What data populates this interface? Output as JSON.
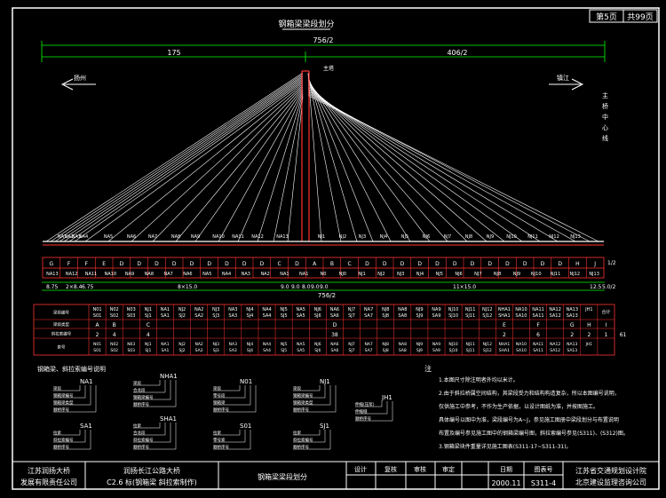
{
  "page": {
    "number": "第5页",
    "total": "共99页"
  },
  "title": "钢箱梁梁段划分",
  "dims": {
    "top_total": "756/2",
    "left_span": "175",
    "right_span": "406/2",
    "bottom_total": "756/2",
    "left_segments": [
      "8.75",
      "2×8.4",
      "6.75",
      "8×15.0",
      "9.0",
      "9.0",
      "8.0",
      "9.0"
    ],
    "right_segments": [
      "9.0",
      "11×15.0",
      "12.5",
      "5.0/2"
    ]
  },
  "arrows": {
    "left": "扬州",
    "right": "镇江"
  },
  "tower_label": "主塔",
  "side_note": "主桥中心线",
  "nodes_left": [
    "NA13",
    "NA12",
    "NA11",
    "NA10",
    "NA9",
    "NA8",
    "NA7",
    "NA6",
    "NA5",
    "NA4",
    "NA3",
    "NA2",
    "NA1"
  ],
  "nodes_right": [
    "NJ1",
    "NJ2",
    "NJ3",
    "NJ4",
    "NJ5",
    "NJ6",
    "NJ7",
    "NJ8",
    "NJ9",
    "NJ10",
    "NJ11",
    "NJ12",
    "NJ13"
  ],
  "seg_letters": [
    "G",
    "F",
    "F",
    "E",
    "D",
    "D",
    "D",
    "D",
    "D",
    "D",
    "D",
    "D",
    "D",
    "C",
    "D",
    "A",
    "B",
    "C",
    "D",
    "D",
    "D",
    "D",
    "D",
    "D",
    "D",
    "D",
    "D",
    "D",
    "D",
    "D",
    "H",
    "J"
  ],
  "seg_names": [
    "NA13",
    "NA12",
    "NA11",
    "NA10",
    "NA9",
    "NA8",
    "NA7",
    "NA6",
    "NA5",
    "NA4",
    "NA3",
    "NA2",
    "NA1",
    "NA1",
    "N0",
    "NJ0",
    "NJ1",
    "NJ2",
    "NJ3",
    "NJ4",
    "NJ5",
    "NJ6",
    "NJ7",
    "NJ8",
    "NJ9",
    "NJ10",
    "NJ11",
    "NJ12",
    "NJ13"
  ],
  "table": {
    "row_labels": [
      "梁段编号",
      "梁段类型",
      "斜拉索编号",
      "索号"
    ],
    "cols": [
      "N01\nS01",
      "N02\nS02",
      "N03\nS03",
      "NJ1\nSJ1",
      "NA1\nSA1",
      "NJ2\nSJ2",
      "NA2\nSA2",
      "NJ3\nSJ3",
      "NA3\nSA3",
      "NJ4\nSJ4",
      "NA4\nSA4",
      "NJ5\nSJ5",
      "NA5\nSA5",
      "NJ6\nSJ6",
      "NA6\nSA6",
      "NJ7\nSJ7",
      "NA7\nSA7",
      "NJ8\nSJ8",
      "NA8\nSA8",
      "NJ9\nSJ9",
      "NA9\nSA9",
      "NJ10\nSJ10",
      "NJ11\nSJ11",
      "NJ12\nSJ12",
      "NHA1\nSHA1",
      "NA10\nSA10",
      "NA11\nSA11",
      "NA12\nSA12",
      "NA13\nSA13",
      "JH1"
    ],
    "total_label": "合计",
    "type_row": [
      "A",
      "B",
      "",
      "C",
      "",
      "",
      "",
      "",
      "",
      "",
      "",
      "",
      "",
      "",
      "D",
      "",
      "",
      "",
      "",
      "",
      "",
      "",
      "",
      "",
      "E",
      "",
      "F",
      "",
      "G",
      "H",
      "I"
    ],
    "count_row": [
      "2",
      "4",
      "",
      "4",
      "",
      "",
      "",
      "",
      "",
      "",
      "",
      "",
      "",
      "",
      "38",
      "",
      "",
      "",
      "",
      "",
      "",
      "",
      "",
      "",
      "2",
      "",
      "6",
      "",
      "2",
      "2",
      "1",
      "61"
    ]
  },
  "legend_title": "钢箱梁、斜拉索编号说明",
  "legends": [
    {
      "code": "NA1",
      "lines": [
        "梁段",
        "钢箱梁编号",
        "钢箱梁类型",
        "顺桥序号"
      ]
    },
    {
      "code": "NHA1",
      "lines": [
        "梁段",
        "合龙段",
        "钢箱梁编号",
        "顺桥序号"
      ]
    },
    {
      "code": "N01",
      "lines": [
        "梁段",
        "零号段",
        "钢箱梁",
        "顺桥序号"
      ]
    },
    {
      "code": "NJ1",
      "lines": [
        "梁段",
        "钢箱梁编号",
        "钢箱梁类型",
        "顺桥序号"
      ]
    },
    {
      "code": "JH1",
      "lines": [
        "伸缩(压浆)",
        "伸缩缝",
        "顺桥序号"
      ]
    },
    {
      "code": "SA1",
      "lines": [
        "拉索",
        "斜拉索编号",
        "顺桥序号"
      ]
    },
    {
      "code": "SHA1",
      "lines": [
        "拉索",
        "合龙段",
        "斜拉索编号",
        "顺桥序号"
      ]
    },
    {
      "code": "S01",
      "lines": [
        "拉索",
        "零号索",
        "顺桥序号"
      ]
    },
    {
      "code": "SJ1",
      "lines": [
        "拉索",
        "斜拉索编号",
        "顺桥序号"
      ]
    }
  ],
  "notes": {
    "heading": "注",
    "items": [
      "1.本图尺寸除注明者外均以米计。",
      "2.由于斜拉桥属空间结构，其梁段受力和结构构造复杂，所以本图编号说明，",
      "  仅供施工中参考，不作为生产依据，以设计图纸为准，并按图施工。",
      "  具体编号以图中为准，梁段编号为A~J，参见施工图册中梁段划分与布置说明",
      "  布置及编号参见施工图中的钢箱梁编号图，斜拉索编号参见(S311)、(S312)图。",
      "3.钢箱梁块件重量详见施工图表(S311-17~S311-31)。"
    ]
  },
  "titleblock": {
    "owner1": "江苏润扬大桥",
    "owner2": "发展有限责任公司",
    "project1": "润扬长江公路大桥",
    "project2": "C2.6 标(钢箱梁 斜拉索制作)",
    "drawing": "钢箱梁梁段划分",
    "labels": [
      "设计",
      "复核",
      "审核",
      "审定",
      "日期",
      "图表号"
    ],
    "date": "2000.11",
    "drawing_no": "S311-4",
    "designer1": "江苏省交通规划设计院",
    "designer2": "北京建设监理咨询公司"
  }
}
